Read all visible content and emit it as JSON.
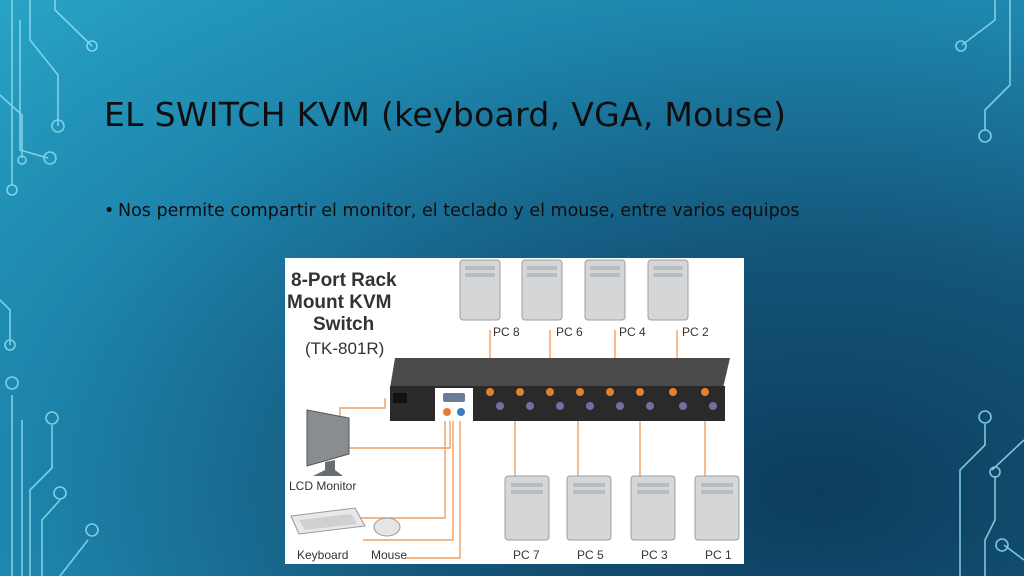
{
  "slide": {
    "title": "EL SWITCH KVM (keyboard, VGA, Mouse)",
    "bullet": "Nos permite compartir el monitor, el teclado y el mouse, entre varios equipos"
  },
  "figure": {
    "heading_line1": "8-Port Rack",
    "heading_line2": "Mount KVM",
    "heading_line3": "Switch",
    "model": "(TK-801R)",
    "top_pcs": [
      "PC 8",
      "PC 6",
      "PC 4",
      "PC 2"
    ],
    "bottom_pcs": [
      "PC 7",
      "PC 5",
      "PC 3",
      "PC 1"
    ],
    "monitor_label": "LCD Monitor",
    "keyboard_label": "Keyboard",
    "mouse_label": "Mouse"
  },
  "colors": {
    "cable": "#f0a060",
    "switch_body": "#2a2a2a",
    "pc_case": "#d4d6d8"
  }
}
